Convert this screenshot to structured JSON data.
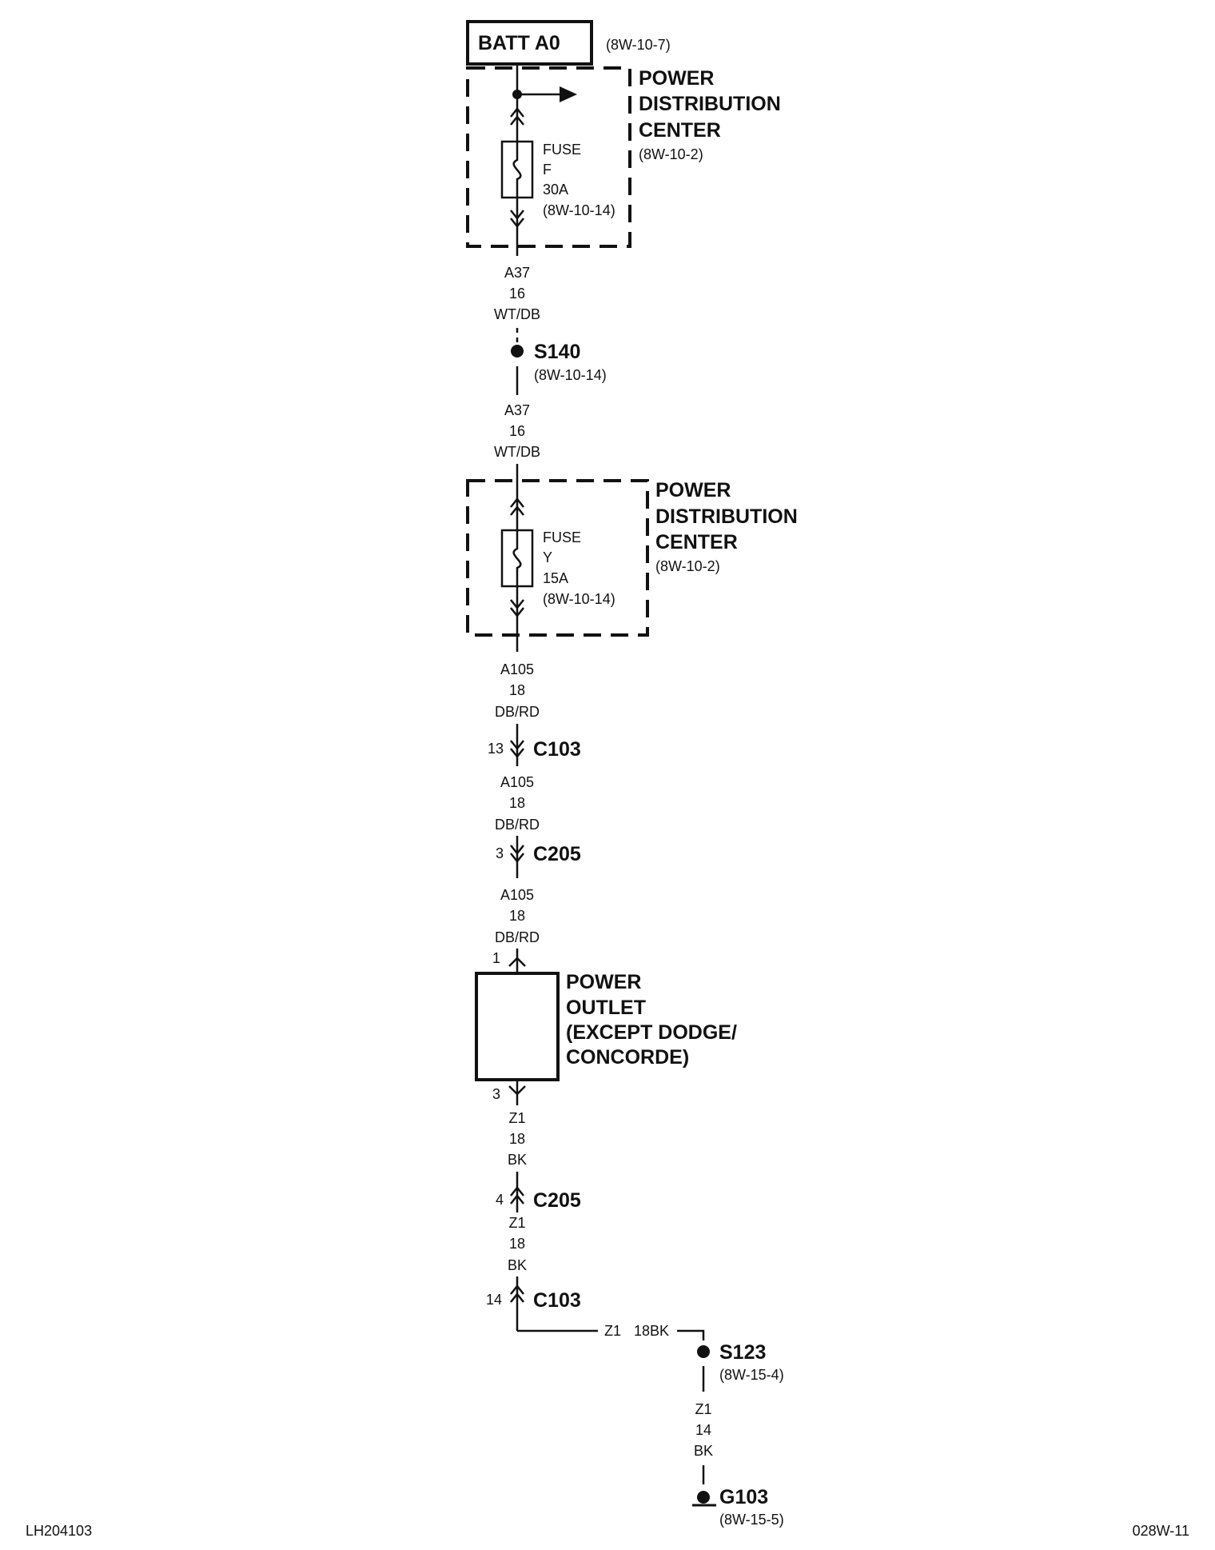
{
  "batt": {
    "label": "BATT A0",
    "ref": "(8W-10-7)"
  },
  "pdc1": {
    "line1": "POWER",
    "line2": "DISTRIBUTION",
    "line3": "CENTER",
    "ref": "(8W-10-2)"
  },
  "fuse1": {
    "label": "FUSE",
    "id": "F",
    "rating": "30A",
    "ref": "(8W-10-14)"
  },
  "wire_a37_upper": {
    "circuit": "A37",
    "gauge": "16",
    "color": "WT/DB"
  },
  "splice_s140": {
    "label": "S140",
    "ref": "(8W-10-14)"
  },
  "wire_a37_lower": {
    "circuit": "A37",
    "gauge": "16",
    "color": "WT/DB"
  },
  "pdc2": {
    "line1": "POWER",
    "line2": "DISTRIBUTION",
    "line3": "CENTER",
    "ref": "(8W-10-2)"
  },
  "fuse2": {
    "label": "FUSE",
    "id": "Y",
    "rating": "15A",
    "ref": "(8W-10-14)"
  },
  "wire_a105_1": {
    "circuit": "A105",
    "gauge": "18",
    "color": "DB/RD"
  },
  "conn_c103_top": {
    "pin": "13",
    "label": "C103"
  },
  "wire_a105_2": {
    "circuit": "A105",
    "gauge": "18",
    "color": "DB/RD"
  },
  "conn_c205_top": {
    "pin": "3",
    "label": "C205"
  },
  "wire_a105_3": {
    "circuit": "A105",
    "gauge": "18",
    "color": "DB/RD"
  },
  "outlet": {
    "pin_in": "1",
    "pin_out": "3",
    "line1": "POWER",
    "line2": "OUTLET",
    "line3": "(EXCEPT DODGE/",
    "line4": "CONCORDE)"
  },
  "wire_z1_1": {
    "circuit": "Z1",
    "gauge": "18",
    "color": "BK"
  },
  "conn_c205_bot": {
    "pin": "4",
    "label": "C205"
  },
  "wire_z1_2": {
    "circuit": "Z1",
    "gauge": "18",
    "color": "BK"
  },
  "conn_c103_bot": {
    "pin": "14",
    "label": "C103"
  },
  "wire_z1_horiz": {
    "circuit": "Z1",
    "spec": "18BK"
  },
  "splice_s123": {
    "label": "S123",
    "ref": "(8W-15-4)"
  },
  "wire_z1_3": {
    "circuit": "Z1",
    "gauge": "14",
    "color": "BK"
  },
  "ground_g103": {
    "label": "G103",
    "ref": "(8W-15-5)"
  },
  "footer": {
    "left": "LH204103",
    "right": "028W-11"
  }
}
